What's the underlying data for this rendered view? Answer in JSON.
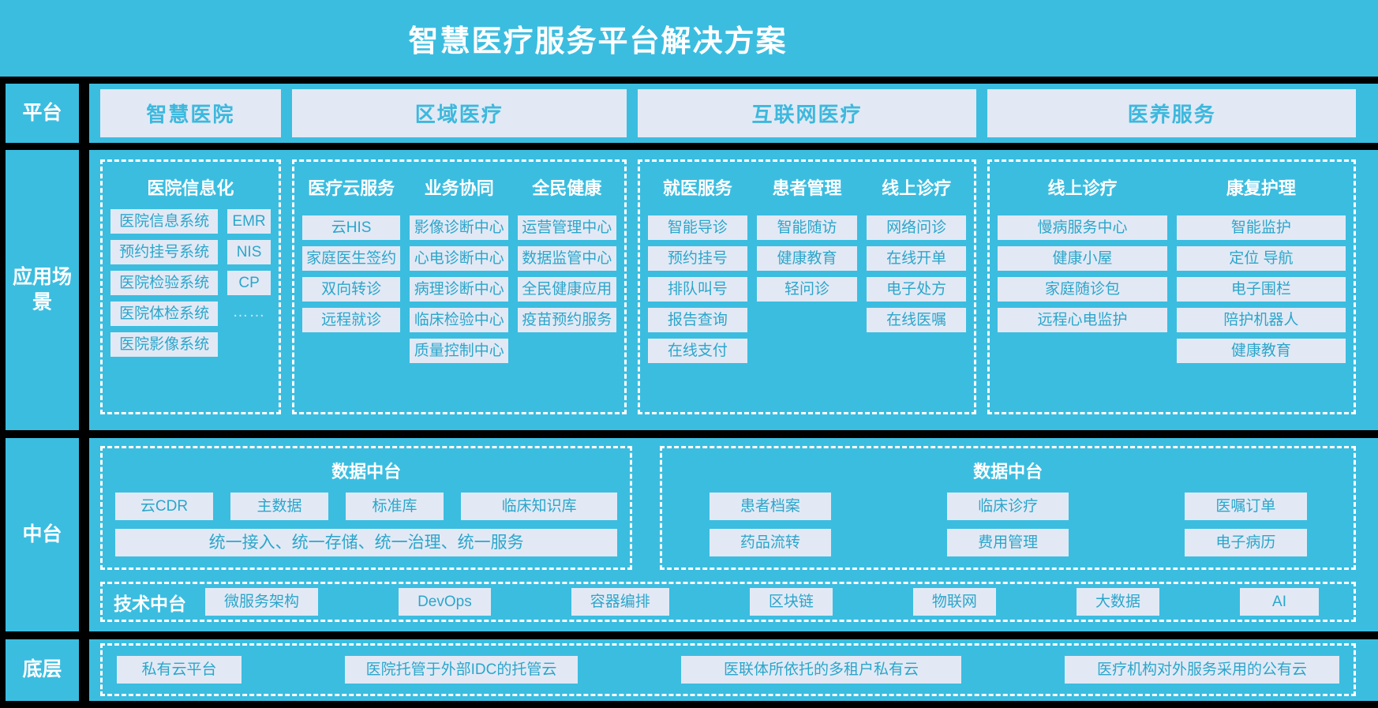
{
  "title": "智慧医疗服务平台解决方案",
  "row_labels": {
    "platform": "平台",
    "scenarios": "应用场景",
    "middle": "中台",
    "bottom": "底层"
  },
  "platforms": [
    "智慧医院",
    "区域医疗",
    "互联网医疗",
    "医养服务"
  ],
  "scenarios": {
    "hospital_info": {
      "header": "医院信息化",
      "systems": [
        "医院信息系统",
        "预约挂号系统",
        "医院检验系统",
        "医院体检系统",
        "医院影像系统"
      ],
      "abbrs": [
        "EMR",
        "NIS",
        "CP"
      ],
      "more": "……"
    },
    "regional": {
      "columns": [
        {
          "header": "医疗云服务",
          "items": [
            "云HIS",
            "家庭医生签约",
            "双向转诊",
            "远程就诊"
          ]
        },
        {
          "header": "业务协同",
          "items": [
            "影像诊断中心",
            "心电诊断中心",
            "病理诊断中心",
            "临床检验中心",
            "质量控制中心"
          ]
        },
        {
          "header": "全民健康",
          "items": [
            "运营管理中心",
            "数据监管中心",
            "全民健康应用",
            "疫苗预约服务"
          ]
        }
      ]
    },
    "internet": {
      "columns": [
        {
          "header": "就医服务",
          "items": [
            "智能导诊",
            "预约挂号",
            "排队叫号",
            "报告查询",
            "在线支付"
          ]
        },
        {
          "header": "患者管理",
          "items": [
            "智能随访",
            "健康教育",
            "轻问诊"
          ]
        },
        {
          "header": "线上诊疗",
          "items": [
            "网络问诊",
            "在线开单",
            "电子处方",
            "在线医嘱"
          ]
        }
      ]
    },
    "care": {
      "columns": [
        {
          "header": "线上诊疗",
          "items": [
            "慢病服务中心",
            "健康小屋",
            "家庭随诊包",
            "远程心电监护"
          ]
        },
        {
          "header": "康复护理",
          "items": [
            "智能监护",
            "定位 导航",
            "电子围栏",
            "陪护机器人",
            "健康教育"
          ]
        }
      ]
    }
  },
  "middle": {
    "data_left": {
      "header": "数据中台",
      "items": [
        "云CDR",
        "主数据",
        "标准库",
        "临床知识库"
      ],
      "bar": "统一接入、统一存储、统一治理、统一服务"
    },
    "data_right": {
      "header": "数据中台",
      "items": [
        "患者档案",
        "临床诊疗",
        "医嘱订单",
        "药品流转",
        "费用管理",
        "电子病历"
      ]
    },
    "tech": {
      "label": "技术中台",
      "items": [
        "微服务架构",
        "DevOps",
        "容器编排",
        "区块链",
        "物联网",
        "大数据",
        "AI"
      ]
    }
  },
  "bottom": {
    "items": [
      "私有云平台",
      "医院托管于外部IDC的托管云",
      "医联体所依托的多租户私有云",
      "医疗机构对外服务采用的公有云"
    ]
  },
  "colors": {
    "background": "#3bbde0",
    "box_bg": "#e2e9f5",
    "box_text": "#2ba6cb",
    "divider": "#000000"
  }
}
